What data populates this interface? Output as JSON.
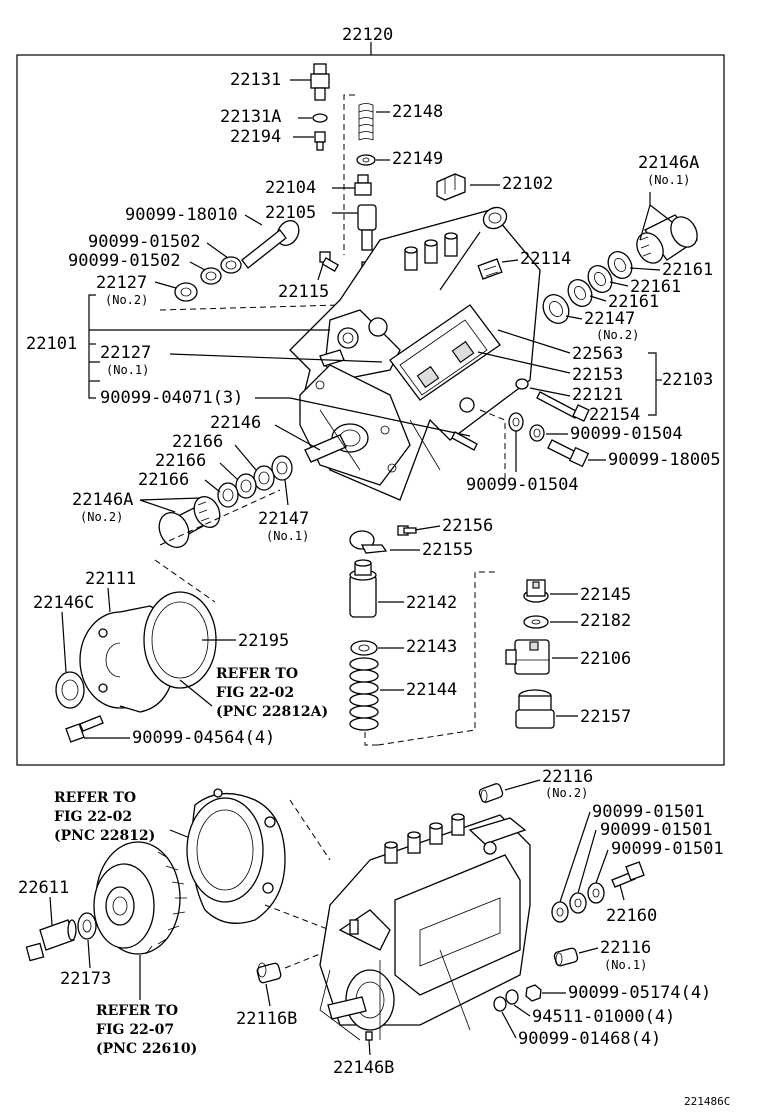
{
  "labels": {
    "p22120": "22120",
    "p22131": "22131",
    "p22131a": "22131A",
    "p22194": "22194",
    "p22148": "22148",
    "p22149": "22149",
    "p22104": "22104",
    "p22105": "22105",
    "p22102": "22102",
    "p22146a_top": "22146A",
    "p22146a_top_q": "(No.1)",
    "p90099_18010": "90099-18010",
    "p90099_01502a": "90099-01502",
    "p90099_01502b": "90099-01502",
    "p22127_no2": "22127",
    "p22127_no2_q": "(No.2)",
    "p22115": "22115",
    "p22114": "22114",
    "p22161a": "22161",
    "p22161b": "22161",
    "p22161c": "22161",
    "p22147_no2": "22147",
    "p22147_no2_q": "(No.2)",
    "p22101": "22101",
    "p22127_no1": "22127",
    "p22127_no1_q": "(No.1)",
    "p22563": "22563",
    "p22153": "22153",
    "p22103": "22103",
    "p22121": "22121",
    "p90099_04071": "90099-04071(3)",
    "p22154": "22154",
    "p22146": "22146",
    "p90099_01504a": "90099-01504",
    "p22166a": "22166",
    "p22166b": "22166",
    "p22166c": "22166",
    "p90099_18005": "90099-18005",
    "p22146a_low": "22146A",
    "p22146a_low_q": "(No.2)",
    "p22147_no1": "22147",
    "p22147_no1_q": "(No.1)",
    "p90099_01504b": "90099-01504",
    "p22156": "22156",
    "p22155": "22155",
    "p22111": "22111",
    "p22146c": "22146C",
    "p22145": "22145",
    "p22142": "22142",
    "p22182": "22182",
    "p22195": "22195",
    "p22143": "22143",
    "p22106": "22106",
    "p22144": "22144",
    "p22157": "22157",
    "p90099_04564": "90099-04564(4)",
    "p22116_no2": "22116",
    "p22116_no2_q": "(No.2)",
    "p90099_01501a": "90099-01501",
    "p90099_01501b": "90099-01501",
    "p90099_01501c": "90099-01501",
    "p22611": "22611",
    "p22160": "22160",
    "p22116_no1": "22116",
    "p22116_no1_q": "(No.1)",
    "p22173": "22173",
    "p90099_05174": "90099-05174(4)",
    "p22116b": "22116B",
    "p94511_01000": "94511-01000(4)",
    "p90099_01468": "90099-01468(4)",
    "p22146b": "22146B"
  },
  "notes": {
    "refer1_l1": "REFER TO",
    "refer1_l2": "FIG 22-02",
    "refer1_l3": "(PNC 22812A)",
    "refer2_l1": "REFER TO",
    "refer2_l2": "FIG 22-02",
    "refer2_l3": "(PNC 22812)",
    "refer3_l1": "REFER TO",
    "refer3_l2": "FIG 22-07",
    "refer3_l3": "(PNC 22610)"
  },
  "caption": "221486C"
}
